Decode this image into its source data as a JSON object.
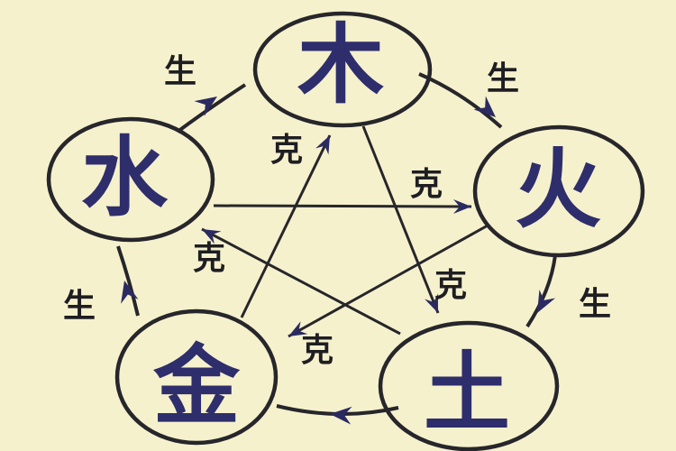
{
  "diagram": {
    "type": "wuxing-five-elements-cycle",
    "elements": {
      "wood": {
        "char": "木"
      },
      "fire": {
        "char": "火"
      },
      "earth": {
        "char": "土"
      },
      "metal": {
        "char": "金"
      },
      "water": {
        "char": "水"
      }
    },
    "relation_labels": {
      "generate": "生",
      "overcome": "克"
    },
    "relations": {
      "generating_cycle": [
        "水生木",
        "木生火",
        "火生土",
        "土生金",
        "金生水"
      ],
      "overcoming_cycle": [
        "水克火",
        "木克土",
        "火克金",
        "土克水",
        "金克木"
      ]
    },
    "colors": {
      "background": "#f6f1cd",
      "ink": "#26262b",
      "element_text": "#2e2e6c",
      "arrowhead": "#2b2b62",
      "label_text": "#1e1e22"
    }
  }
}
